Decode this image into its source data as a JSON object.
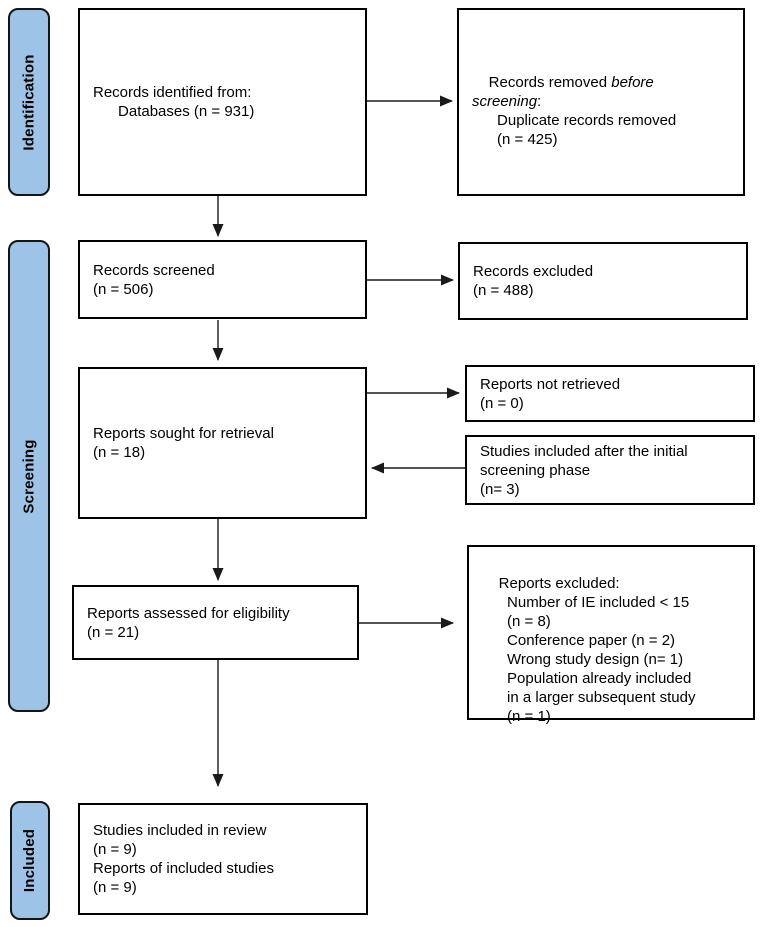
{
  "stages": {
    "identification": "Identification",
    "screening": "Screening",
    "included": "Included"
  },
  "boxes": {
    "records_identified": {
      "text": "Records identified from:\n      Databases (n = 931)"
    },
    "records_removed": {
      "segments": [
        {
          "text": "Records removed "
        },
        {
          "text": "before\nscreening",
          "style": "italic"
        },
        {
          "text": ":"
        },
        {
          "text": "\n      Duplicate records removed\n      (n = 425)"
        }
      ]
    },
    "records_screened": {
      "text": "Records screened\n(n = 506)"
    },
    "records_excluded": {
      "text": "Records excluded\n(n = 488)"
    },
    "reports_sought": {
      "text": "Reports sought for retrieval\n(n = 18)"
    },
    "reports_not_retrieved": {
      "text": "Reports not retrieved\n(n = 0)"
    },
    "studies_included_initial": {
      "text": "Studies included after the initial\nscreening phase\n(n= 3)"
    },
    "reports_assessed": {
      "text": "Reports assessed for eligibility\n(n = 21)"
    },
    "reports_excluded": {
      "text": "Reports excluded:\n      Number of IE included < 15\n      (n = 8)\n      Conference paper (n = 2)\n      Wrong study design (n= 1)\n      Population already included\n      in a larger subsequent study\n      (n = 1)"
    },
    "studies_included_review": {
      "text": "Studies included in review\n(n = 9)\nReports of included studies\n(n = 9)"
    }
  },
  "colors": {
    "stage_fill": "#9DC3E6",
    "stage_border": "#141414",
    "box_border": "#000000",
    "arrow": "#1a1a1a",
    "background": "#ffffff"
  }
}
